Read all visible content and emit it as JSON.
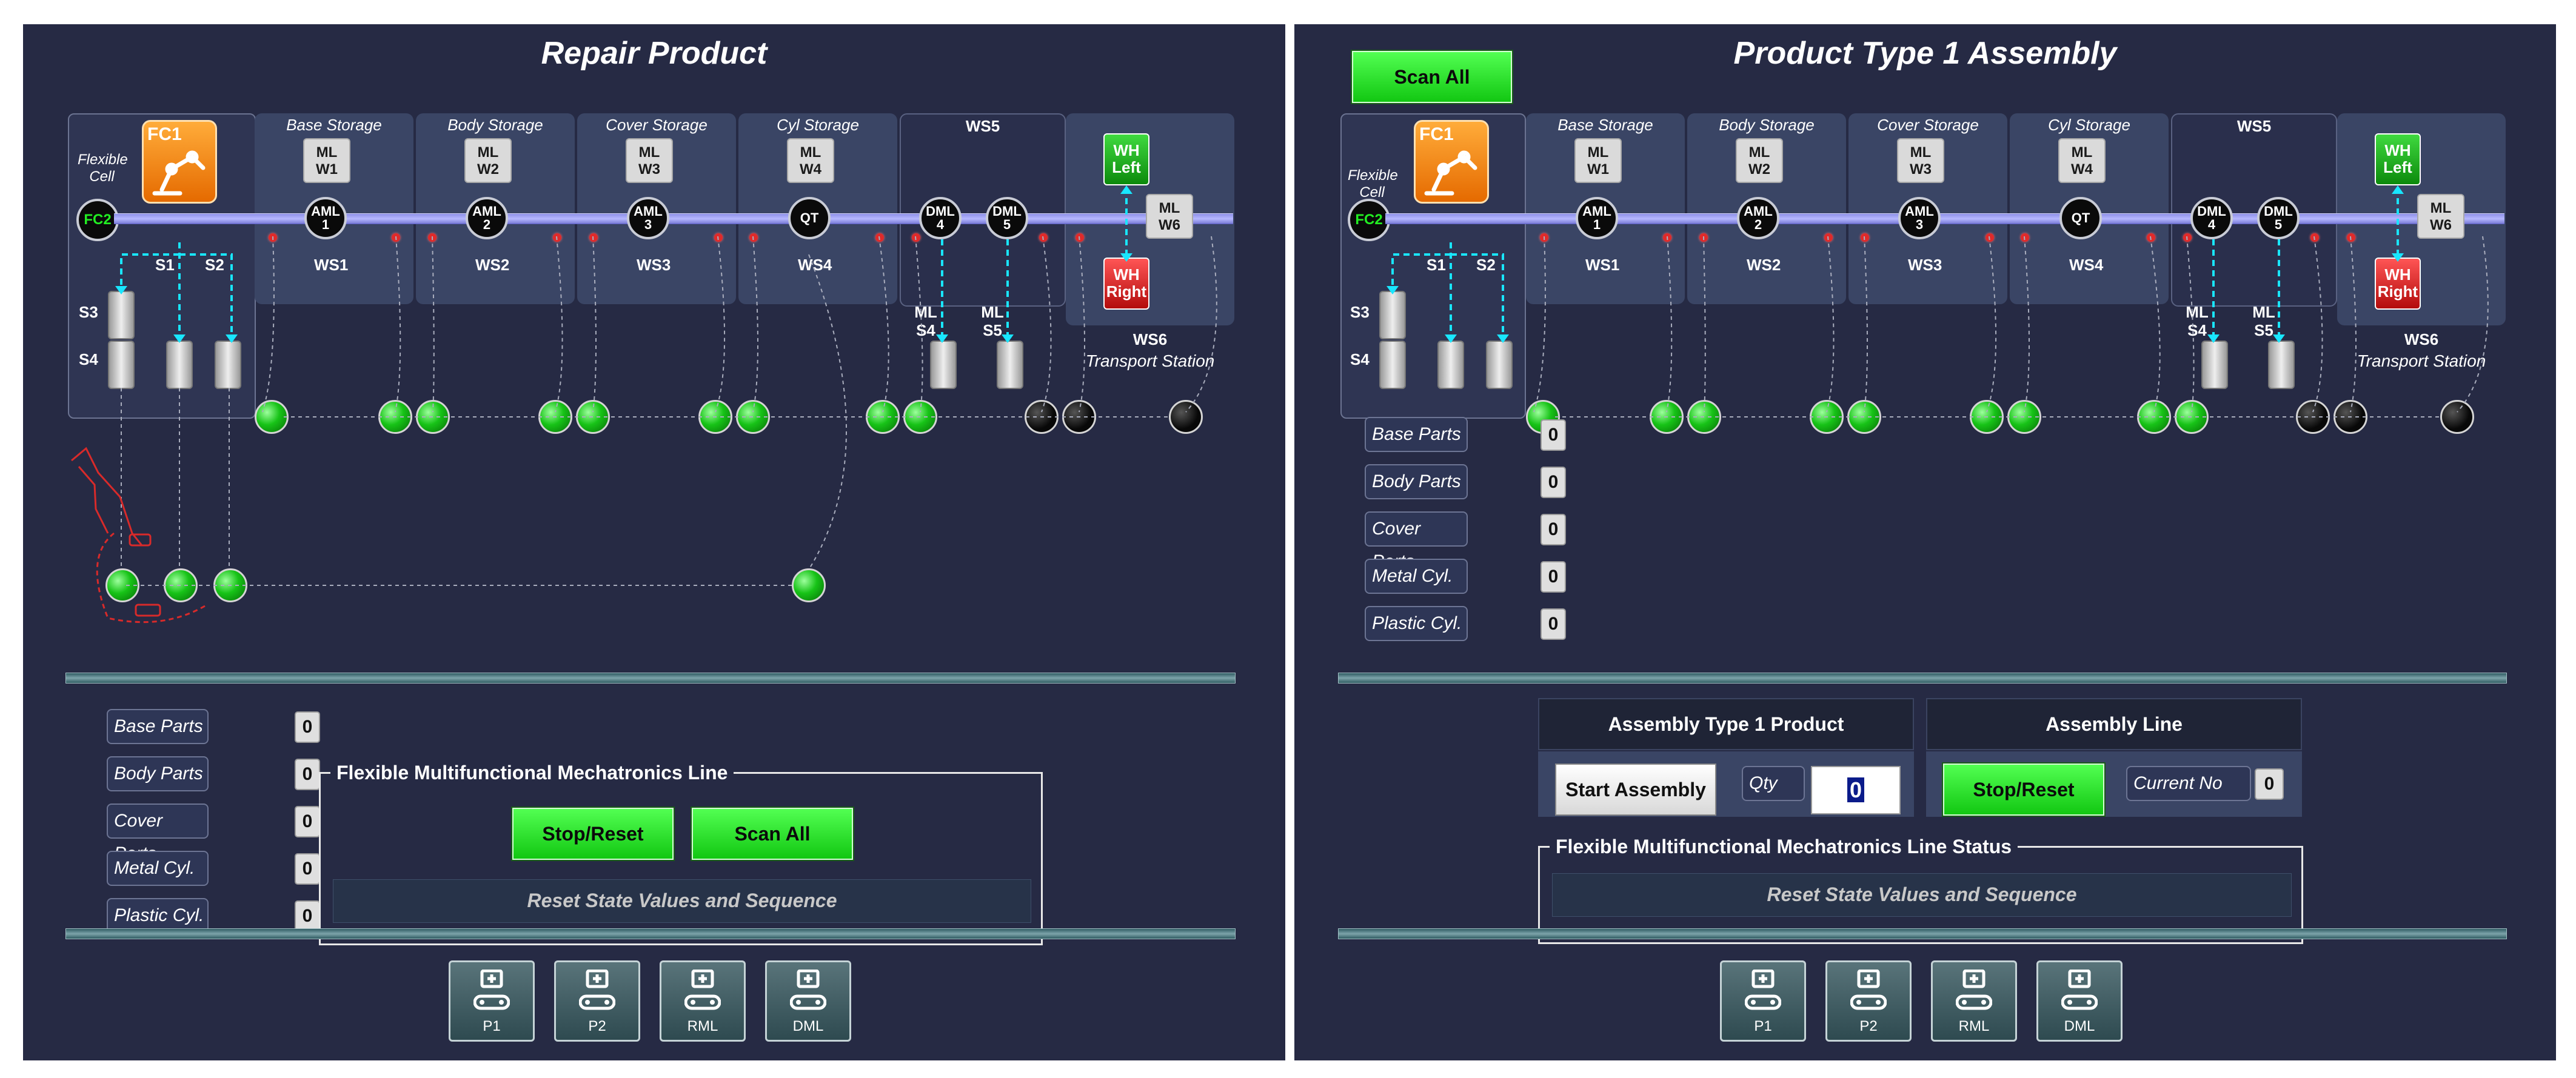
{
  "left": {
    "title": "Repair Product",
    "flexible_cell": {
      "line1": "Flexible",
      "line2": "Cell",
      "fc1": "FC1",
      "fc2": "FC2"
    },
    "storage_labels": [
      "Base Storage",
      "Body Storage",
      "Cover Storage",
      "Cyl Storage"
    ],
    "ws5_label": "WS5",
    "ml_boxes": [
      {
        "top": "ML",
        "bottom": "W1"
      },
      {
        "top": "ML",
        "bottom": "W2"
      },
      {
        "top": "ML",
        "bottom": "W3"
      },
      {
        "top": "ML",
        "bottom": "W4"
      }
    ],
    "ml_w6": {
      "top": "ML",
      "bottom": "W6"
    },
    "nodes": [
      {
        "top": "AML",
        "bottom": "1"
      },
      {
        "top": "AML",
        "bottom": "2"
      },
      {
        "top": "AML",
        "bottom": "3"
      },
      {
        "top": "QT",
        "bottom": ""
      },
      {
        "top": "DML",
        "bottom": "4"
      },
      {
        "top": "DML",
        "bottom": "5"
      }
    ],
    "ws_labels": [
      "WS1",
      "WS2",
      "WS3",
      "WS4"
    ],
    "s_labels": {
      "s1": "S1",
      "s2": "S2",
      "s3": "S3",
      "s4": "S4"
    },
    "ml_s4": {
      "top": "ML",
      "bottom": "S4"
    },
    "ml_s5": {
      "top": "ML",
      "bottom": "S5"
    },
    "wh_left": {
      "top": "WH",
      "bottom": "Left"
    },
    "wh_right": {
      "top": "WH",
      "bottom": "Right"
    },
    "ws6": {
      "name": "WS6",
      "sub": "Transport Station"
    },
    "counters": [
      {
        "label": "Base Parts",
        "value": "0"
      },
      {
        "label": "Body Parts",
        "value": "0"
      },
      {
        "label": "Cover Parts",
        "value": "0"
      },
      {
        "label": "Metal Cyl.",
        "value": "0"
      },
      {
        "label": "Plastic Cyl.",
        "value": "0"
      }
    ],
    "group_title": "Flexible Multifunctional Mechatronics Line",
    "stop_reset": "Stop/Reset",
    "scan_all": "Scan All",
    "status": "Reset State Values and Sequence",
    "nav": [
      "P1",
      "P2",
      "RML",
      "DML"
    ]
  },
  "right": {
    "title": "Product Type 1 Assembly",
    "scan_all": "Scan All",
    "flexible_cell": {
      "line1": "Flexible",
      "line2": "Cell",
      "fc1": "FC1",
      "fc2": "FC2"
    },
    "storage_labels": [
      "Base Storage",
      "Body Storage",
      "Cover Storage",
      "Cyl Storage"
    ],
    "ws5_label": "WS5",
    "ml_boxes": [
      {
        "top": "ML",
        "bottom": "W1"
      },
      {
        "top": "ML",
        "bottom": "W2"
      },
      {
        "top": "ML",
        "bottom": "W3"
      },
      {
        "top": "ML",
        "bottom": "W4"
      }
    ],
    "ml_w6": {
      "top": "ML",
      "bottom": "W6"
    },
    "nodes": [
      {
        "top": "AML",
        "bottom": "1"
      },
      {
        "top": "AML",
        "bottom": "2"
      },
      {
        "top": "AML",
        "bottom": "3"
      },
      {
        "top": "QT",
        "bottom": ""
      },
      {
        "top": "DML",
        "bottom": "4"
      },
      {
        "top": "DML",
        "bottom": "5"
      }
    ],
    "ws_labels": [
      "WS1",
      "WS2",
      "WS3",
      "WS4"
    ],
    "s_labels": {
      "s1": "S1",
      "s2": "S2",
      "s3": "S3",
      "s4": "S4"
    },
    "ml_s4": {
      "top": "ML",
      "bottom": "S4"
    },
    "ml_s5": {
      "top": "ML",
      "bottom": "S5"
    },
    "wh_left": {
      "top": "WH",
      "bottom": "Left"
    },
    "wh_right": {
      "top": "WH",
      "bottom": "Right"
    },
    "ws6": {
      "name": "WS6",
      "sub": "Transport Station"
    },
    "counters": [
      {
        "label": "Base Parts",
        "value": "0"
      },
      {
        "label": "Body Parts",
        "value": "0"
      },
      {
        "label": "Cover Parts",
        "value": "0"
      },
      {
        "label": "Metal Cyl.",
        "value": "0"
      },
      {
        "label": "Plastic Cyl.",
        "value": "0"
      }
    ],
    "assembly_header": "Assembly Type 1 Product",
    "start_assembly": "Start Assembly",
    "qty_label": "Qty",
    "qty_value": "0",
    "line_header": "Assembly Line",
    "stop_reset": "Stop/Reset",
    "current_no_label": "Current No",
    "current_no_value": "0",
    "group_title": "Flexible Multifunctional Mechatronics Line Status",
    "status": "Reset State Values and Sequence",
    "nav": [
      "P1",
      "P2",
      "RML",
      "DML"
    ]
  },
  "colors": {
    "panel_bg": "#262a44",
    "accent_green": "#22cc22",
    "cyan_flow": "#19e6ff",
    "fc_orange": "#f08a1a"
  }
}
